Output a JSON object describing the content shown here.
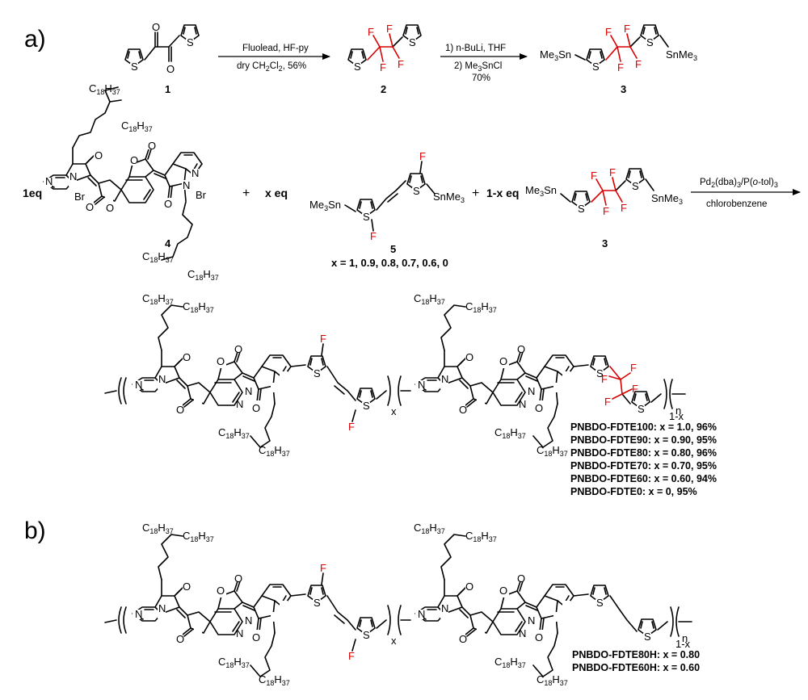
{
  "panels": {
    "a": "a)",
    "b": "b)"
  },
  "atoms": {
    "S": "S",
    "O": "O",
    "N": "N",
    "F": "F",
    "Br": "Br",
    "Me3Sn": "Me",
    "Sn_tail": "Sn",
    "SnMe": "SnMe",
    "three": "3",
    "C18H37": "C",
    "c18": "18",
    "H": "H",
    "h37": "37",
    "x": "x",
    "n": "n",
    "one_minus_x": "1-x"
  },
  "step1": {
    "compound_start": "1",
    "conditions_above": "Fluolead, HF-py",
    "conditions_below": "dry CH",
    "cond_sub": "2",
    "cond_tail": "Cl",
    "cond_sub2": "2",
    "cond_yield": ", 56%",
    "product": "2"
  },
  "step2": {
    "conditions_1": "1) n-BuLi, THF",
    "conditions_2_pre": "2) Me",
    "conditions_2_sub": "3",
    "conditions_2_post": "SnCl",
    "yield": "70%",
    "product": "3"
  },
  "monomers": {
    "eq4": "1eq",
    "label4": "4",
    "plus": "+",
    "eq5": "x eq",
    "label5": "5",
    "x_values": "x = 1, 0.9, 0.8, 0.7, 0.6, 0",
    "eq3": "1-x eq",
    "label3": "3"
  },
  "polymerization": {
    "cat_pre": "Pd",
    "cat_sub1": "2",
    "cat_mid": "(dba)",
    "cat_sub2": "3",
    "cat_mid2": "/P(",
    "cat_italic": "o",
    "cat_mid3": "-tol)",
    "cat_sub3": "3",
    "solvent": "chlorobenzene"
  },
  "results_a": [
    "PNBDO-FDTE100: x = 1.0, 96%",
    "PNBDO-FDTE90: x = 0.90, 95%",
    "PNBDO-FDTE80: x = 0.80, 96%",
    "PNBDO-FDTE70: x = 0.70, 95%",
    "PNBDO-FDTE60: x = 0.60, 94%",
    "PNBDO-FDTE0: x = 0, 95%"
  ],
  "results_b": [
    "PNBDO-FDTE80H: x = 0.80",
    "PNBDO-FDTE60H: x = 0.60"
  ]
}
